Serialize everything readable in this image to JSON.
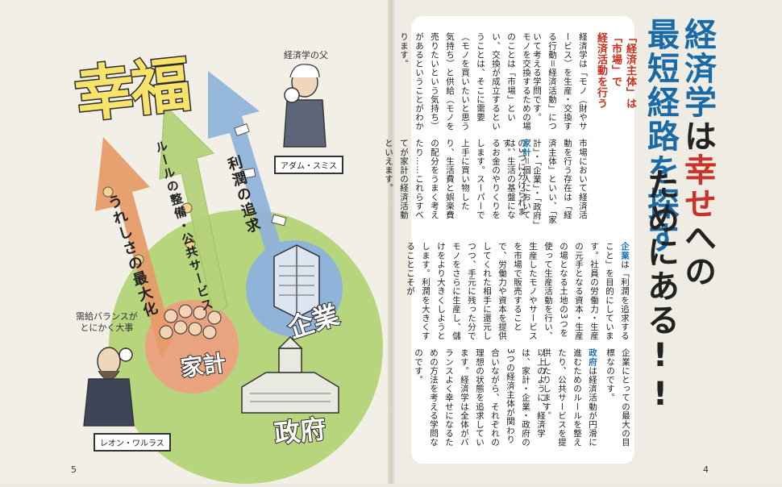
{
  "page_left": {
    "page_number": "5",
    "happiness_label": "幸福",
    "arrow_labels": {
      "household": "うれしさの最大化",
      "government": "ルールの整備・公共サービス",
      "business": "利潤の追求"
    },
    "circle_labels": {
      "household": "家計",
      "business": "企業",
      "government": "政府"
    },
    "smith": {
      "speech": "経済学の父",
      "name_tag": "アダム・スミス"
    },
    "walras": {
      "speech_line1": "需給バランスが",
      "speech_line2": "とにかく大事",
      "name_tag": "レオン・ワルラス"
    }
  },
  "page_right": {
    "page_number": "4",
    "title": {
      "col1_a": "経済学",
      "col1_b": "は",
      "col1_c": "幸せ",
      "col1_d": "への",
      "col2": "最短経路を探す",
      "col3": "ためにある!!"
    },
    "section": {
      "heading_a": "「経済主体」は",
      "heading_b": "「市場」で",
      "heading_c": "経済活動を行う"
    },
    "paragraphs": {
      "p1": "経済学は「モノ（財やサービス）を生産・交換する行動＝経済活動」について考える学問です。",
      "p2": "モノを交換するための場のことは「市場」といい、交換が成立するということは、そこに需要（モノを買いたいと思う気持ち）と供給（モノを売りたいという気持ち）があるということがわかります。",
      "p3": "市場において経済活動を行う存在は「経済主体」といい、「家計」・「企業」・「政府」の3つに分けられます。",
      "household_key": "家計",
      "p4": "＝個人においては、生活の基盤になるお金のやりくりをします。スーパーで上手に買い物したり、生活費と娯楽費の配分をうまく考えたり……これらすべてが家計の経済活動といえます。",
      "business_key": "企業",
      "p5": "は「利潤を追求すること」を目的にしています。社員の労働力・生産の元手となる資本・生産の場となる土地の3つを使って生産活動を行い、生産したモノやサービスを市場で販売することで、労働力や資本を提供してくれた相手に還元しつつ、手元に残った分でモノをさらに生産し、儲けをより大きくしようとします。利潤を大きくすることこそが",
      "p6": "企業にとっての最大の目標なのです。",
      "government_key": "政府",
      "p7": "は経済活動が円滑に進むためのルールを整えたり、公共サービスを提供したりします。",
      "p8": "以上のように、経済学は、家計・企業・政府の3つの経済主体が関わり合いながら、それぞれの理想の状態を追求しています。経済学は全体がバランスよく幸せになるための方法を考える学問なのです。"
    }
  },
  "colors": {
    "title_blue": "#1a6aa8",
    "title_red": "#c9332b",
    "key_blue": "#1e73b8",
    "head_red": "#c8301e",
    "arrow_orange": "#e69a67",
    "arrow_green": "#b5d27a",
    "arrow_blue": "#8fb3d9",
    "circle_green": "#b7d57c",
    "happiness_yellow": "#f7e26a"
  }
}
